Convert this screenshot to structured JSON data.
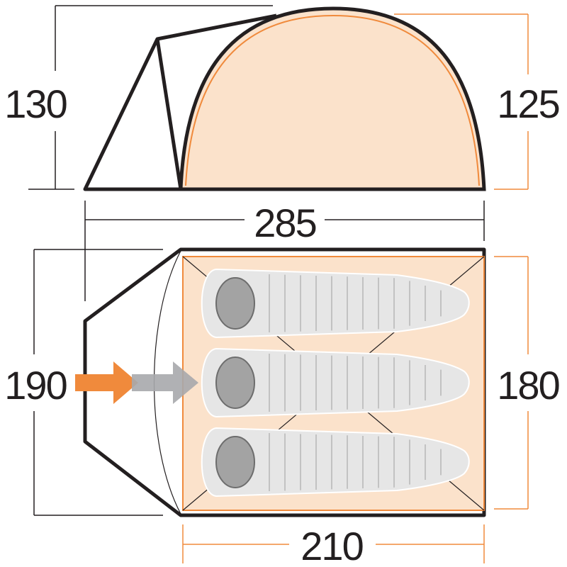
{
  "dimensions": {
    "side_height_vestibule": "130",
    "side_height_inner": "125",
    "total_length": "285",
    "floor_width_outer": "190",
    "inner_width": "180",
    "inner_length": "210"
  },
  "sleeping_bag_count": 3,
  "colors": {
    "outline": "#231f20",
    "inner_fill": "#fbe2cb",
    "orange": "#f08a3c",
    "grey_arrow": "#a7a9ac",
    "bag": "#e6e6e6",
    "bag_head": "#a3a3a3",
    "dim_line": "#231f20"
  }
}
